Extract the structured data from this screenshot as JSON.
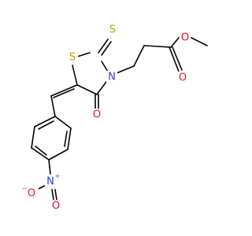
{
  "molecule": {
    "atoms": {
      "S_ring": {
        "text": "S",
        "color": "#b5a300"
      },
      "S_thione": {
        "text": "S",
        "color": "#b5a300"
      },
      "N_ring": {
        "text": "N",
        "color": "#2b3fd6"
      },
      "O_keto": {
        "text": "O",
        "color": "#e8141c"
      },
      "O_ether": {
        "text": "O",
        "color": "#e8141c"
      },
      "O_carbonyl": {
        "text": "O",
        "color": "#e8141c"
      },
      "N_nitro": {
        "text": "N",
        "color": "#2b3fd6",
        "charge": "+"
      },
      "O_nitro_minus": {
        "text": "O",
        "color": "#e8141c",
        "charge": "−"
      },
      "O_nitro": {
        "text": "O",
        "color": "#e8141c"
      }
    },
    "bond_color": "#000000"
  }
}
